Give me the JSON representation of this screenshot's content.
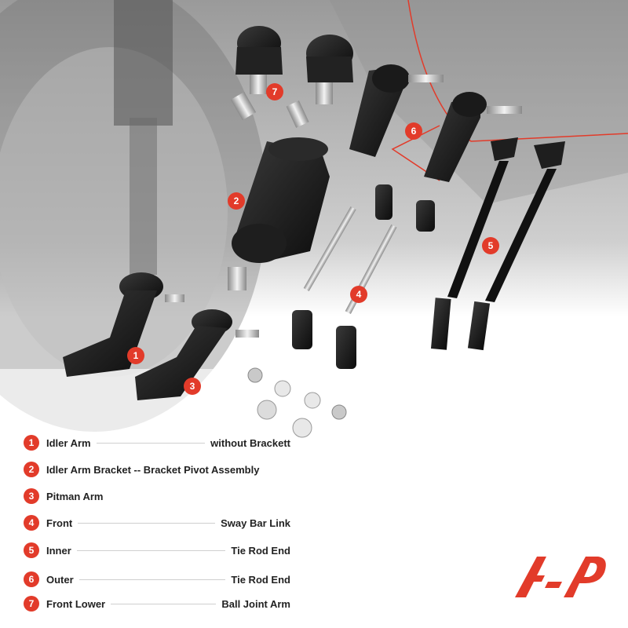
{
  "badge_color": "#e23b2a",
  "legend": [
    {
      "number": "1",
      "left": "Idler Arm",
      "right": "without Brackett",
      "dashed": true
    },
    {
      "number": "2",
      "left": "Idler Arm Bracket -- Bracket Pivot Assembly",
      "right": "",
      "dashed": false
    },
    {
      "number": "3",
      "left": "Pitman Arm",
      "right": "",
      "dashed": false
    },
    {
      "number": "4",
      "left": "Front",
      "right": "Sway Bar Link",
      "dashed": true
    },
    {
      "number": "5",
      "left": "Inner",
      "right": "Tie Rod End",
      "dashed": true
    },
    {
      "number": "6",
      "left": "Outer",
      "right": "Tie Rod End",
      "dashed": true
    },
    {
      "number": "7",
      "left": "Front Lower",
      "right": "Ball Joint Arm",
      "dashed": true
    }
  ],
  "photo_labels": [
    "1",
    "2",
    "3",
    "4",
    "5",
    "6",
    "7"
  ]
}
